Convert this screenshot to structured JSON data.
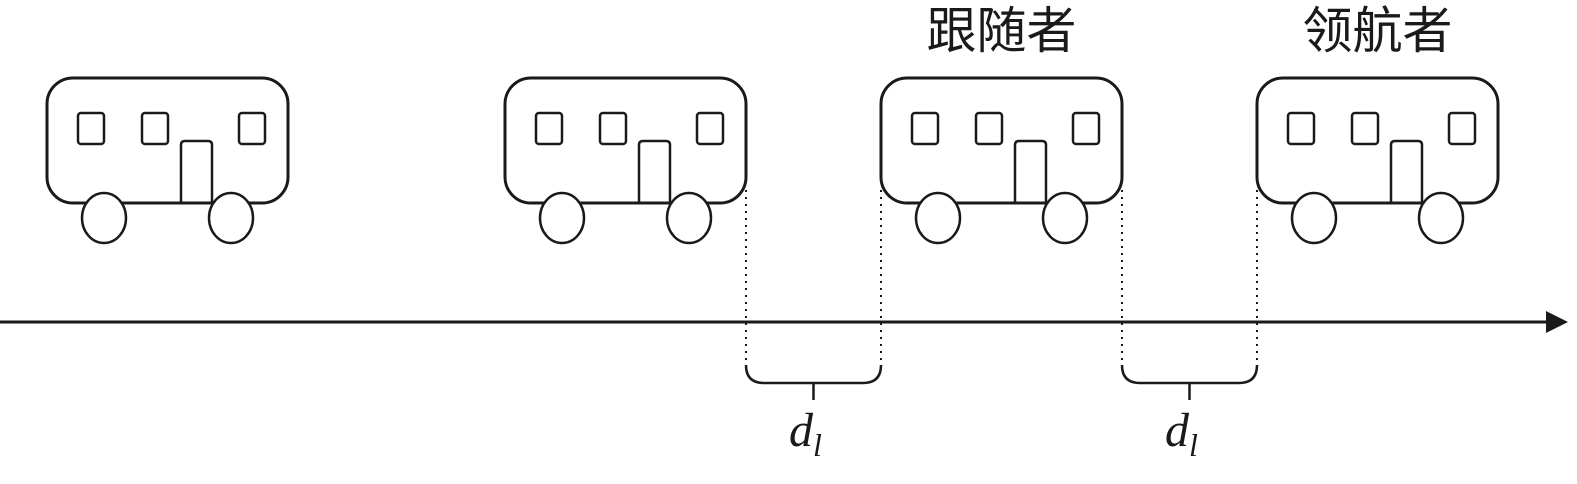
{
  "vehicles": [
    {
      "role": ""
    },
    {
      "role": ""
    },
    {
      "role": "跟随者"
    },
    {
      "role": "领航者"
    }
  ],
  "gaps": [
    {
      "symbol": "d",
      "subscript": "l"
    },
    {
      "symbol": "d",
      "subscript": "l"
    }
  ],
  "axis": {
    "direction_icon": "arrow-right-icon"
  }
}
